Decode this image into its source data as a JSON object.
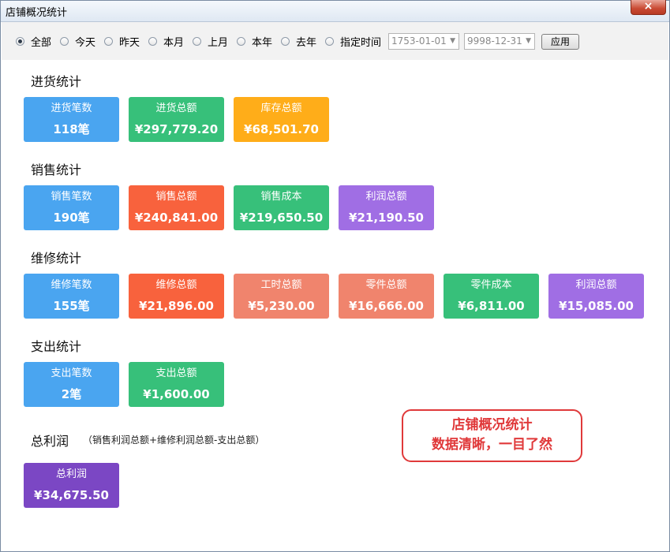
{
  "window": {
    "title": "店铺概况统计",
    "close_label": "×"
  },
  "filters": {
    "options": [
      "全部",
      "今天",
      "昨天",
      "本月",
      "上月",
      "本年",
      "去年",
      "指定时间"
    ],
    "selected": "全部",
    "start_date": "1753-01-01",
    "end_date": "9998-12-31",
    "apply_label": "应用"
  },
  "sections": {
    "purchase": {
      "title": "进货统计",
      "cards": [
        {
          "label": "进货笔数",
          "value": "118笔",
          "color": "blue"
        },
        {
          "label": "进货总额",
          "value": "¥297,779.20",
          "color": "green"
        },
        {
          "label": "库存总额",
          "value": "¥68,501.70",
          "color": "orange"
        }
      ]
    },
    "sales": {
      "title": "销售统计",
      "cards": [
        {
          "label": "销售笔数",
          "value": "190笔",
          "color": "blue"
        },
        {
          "label": "销售总额",
          "value": "¥240,841.00",
          "color": "red"
        },
        {
          "label": "销售成本",
          "value": "¥219,650.50",
          "color": "green"
        },
        {
          "label": "利润总额",
          "value": "¥21,190.50",
          "color": "purple"
        }
      ]
    },
    "repair": {
      "title": "维修统计",
      "cards": [
        {
          "label": "维修笔数",
          "value": "155笔",
          "color": "blue"
        },
        {
          "label": "维修总额",
          "value": "¥21,896.00",
          "color": "red"
        },
        {
          "label": "工时总额",
          "value": "¥5,230.00",
          "color": "salmon"
        },
        {
          "label": "零件总额",
          "value": "¥16,666.00",
          "color": "salmon"
        },
        {
          "label": "零件成本",
          "value": "¥6,811.00",
          "color": "green"
        },
        {
          "label": "利润总额",
          "value": "¥15,085.00",
          "color": "purple"
        }
      ]
    },
    "expense": {
      "title": "支出统计",
      "cards": [
        {
          "label": "支出笔数",
          "value": "2笔",
          "color": "blue"
        },
        {
          "label": "支出总额",
          "value": "¥1,600.00",
          "color": "green"
        }
      ]
    },
    "profit": {
      "title": "总利润",
      "note": "（销售利润总额+维修利润总额-支出总额）",
      "cards": [
        {
          "label": "总利润",
          "value": "¥34,675.50",
          "color": "dpurple"
        }
      ]
    }
  },
  "callout": {
    "line1": "店铺概况统计",
    "line2": "数据清晰，一目了然"
  },
  "colors": {
    "blue": "#4aa5f0",
    "green": "#37c07a",
    "orange": "#ffad19",
    "red": "#f8623d",
    "purple": "#a06ee4",
    "salmon": "#f0846d",
    "dpurple": "#7b47c4",
    "callout": "#e0393a"
  }
}
